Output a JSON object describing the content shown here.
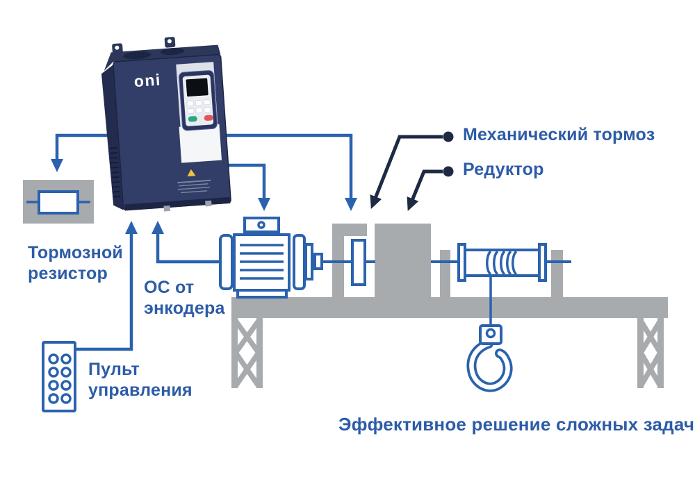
{
  "device": {
    "brand": "oni"
  },
  "labels": {
    "braking_resistor": [
      "Тормозной",
      "резистор"
    ],
    "encoder_feedback": [
      "ОС от",
      "энкодера"
    ],
    "control_panel": [
      "Пульт",
      "управления"
    ],
    "mechanical_brake": "Механический тормоз",
    "gearbox": "Редуктор",
    "tagline": "Эффективное решение сложных задач"
  },
  "colors": {
    "line_blue": "#2B62AE",
    "text_blue": "#2D5CA7",
    "callout_dark": "#1E2A44",
    "structure_gray": "#A8ABAE",
    "device_navy": "#323E68",
    "device_side": "#232C4F",
    "device_top": "#2C3759",
    "device_edge": "#1C2544",
    "panel_light": "#DDE2E9",
    "panel_white": "#F4F6F8",
    "warning_yellow": "#EFC43D",
    "button_green": "#2AA87E",
    "button_red": "#E2565A",
    "screen_black": "#0B0E15",
    "brand_white": "#FFFFFF"
  }
}
